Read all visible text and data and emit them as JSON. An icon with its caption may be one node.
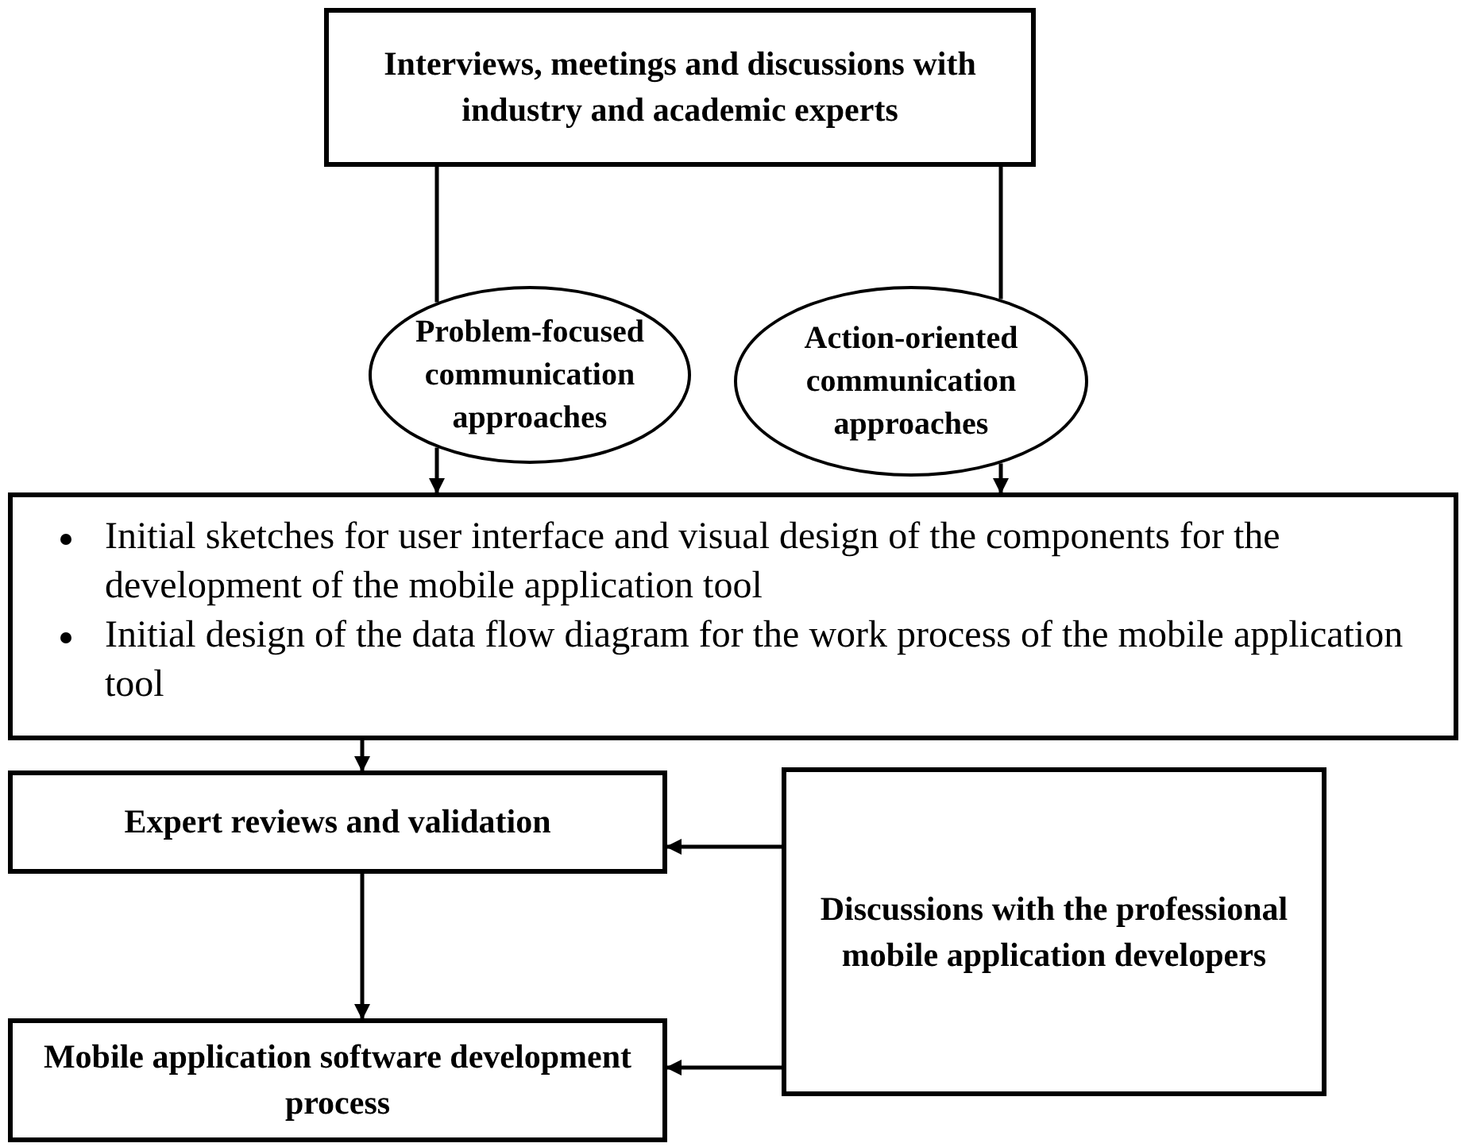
{
  "diagram": {
    "nodes": [
      {
        "text": [
          "Interviews, meetings and discussions with industry and academic experts"
        ]
      },
      {
        "text": [
          "Problem-focused communication approaches"
        ]
      },
      {
        "text": [
          "Action-oriented communication approaches"
        ]
      },
      {
        "text": [
          "Initial sketches for user interface and visual design of the components for the development of the mobile application tool",
          "Initial design of the data flow diagram for the work process of the mobile application tool"
        ]
      },
      {
        "text": [
          "Expert reviews and validation"
        ]
      },
      {
        "text": [
          "Discussions with the professional mobile application developers"
        ]
      },
      {
        "text": [
          "Mobile application software development process"
        ]
      }
    ],
    "edges": [
      {
        "from": 0,
        "to": 1,
        "arrow": "none"
      },
      {
        "from": 0,
        "to": 2,
        "arrow": "none"
      },
      {
        "from": 1,
        "to": 3,
        "arrow": "to"
      },
      {
        "from": 2,
        "to": 3,
        "arrow": "to"
      },
      {
        "from": 3,
        "to": 4,
        "arrow": "to"
      },
      {
        "from": 4,
        "to": 6,
        "arrow": "to"
      },
      {
        "from": 5,
        "to": 4,
        "arrow": "to"
      },
      {
        "from": 5,
        "to": 6,
        "arrow": "to"
      }
    ]
  }
}
